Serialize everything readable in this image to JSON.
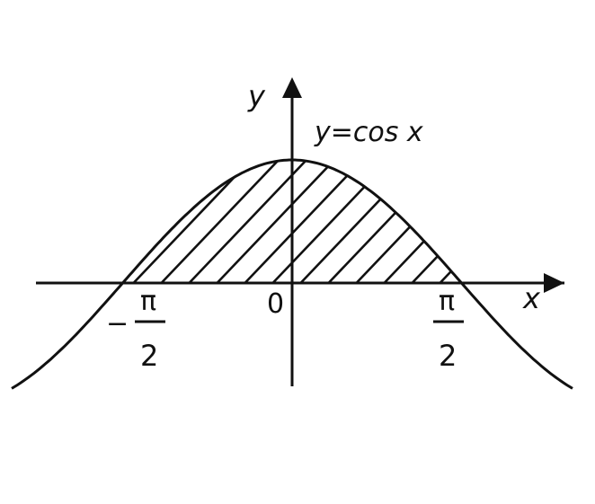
{
  "chart_data": {
    "type": "area",
    "function_label": "y=cos x",
    "x_axis_label": "x",
    "y_axis_label": "y",
    "origin_label": "0",
    "tick_labels": [
      {
        "x": -1.5708,
        "sign": "−",
        "numerator": "π",
        "denominator": "2"
      },
      {
        "x": 1.5708,
        "sign": "",
        "numerator": "π",
        "denominator": "2"
      }
    ],
    "curve": {
      "function": "cos",
      "x_range": [
        -2.6,
        2.6
      ]
    },
    "shaded_region": {
      "from": -1.5708,
      "to": 1.5708,
      "fill": "hatched"
    },
    "grid": false,
    "legend": "none",
    "colors": {
      "ink": "#111111",
      "background": "#ffffff"
    }
  }
}
